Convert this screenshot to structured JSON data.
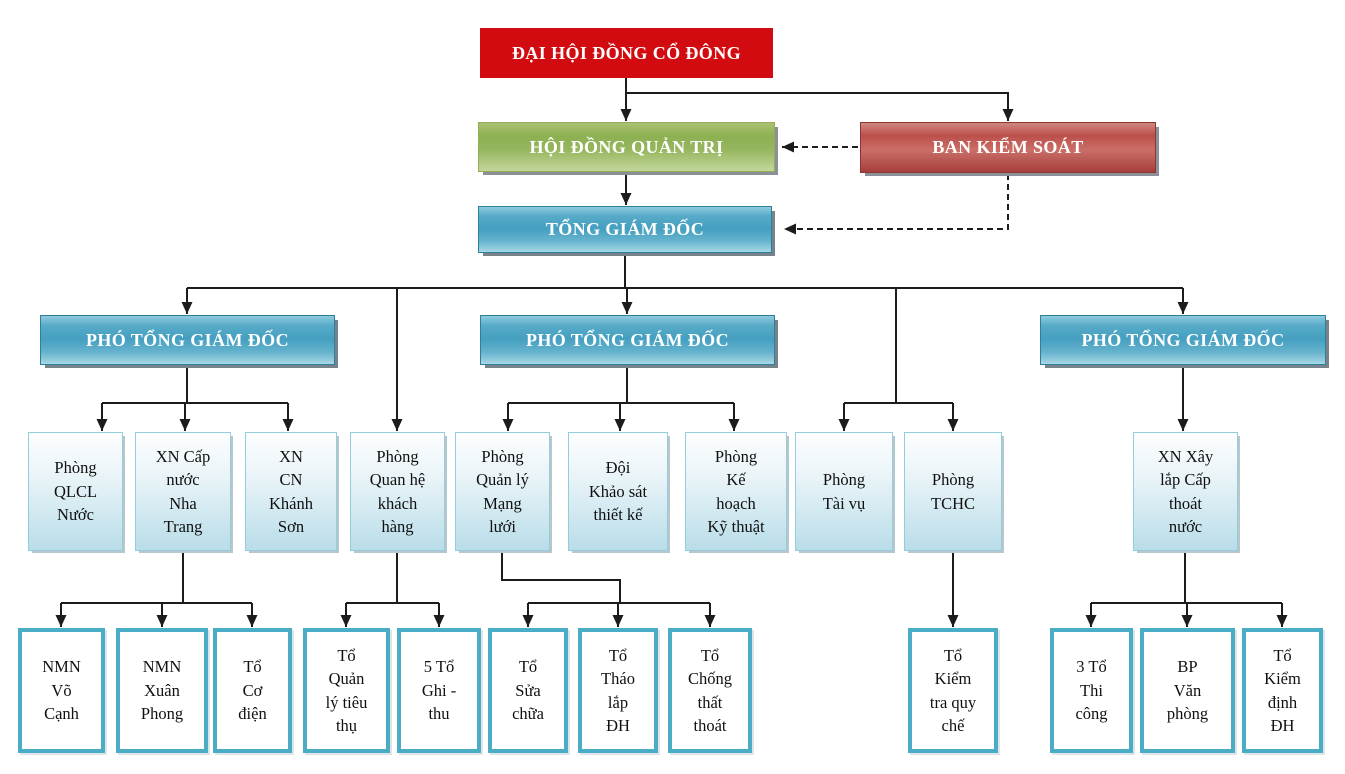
{
  "palette": {
    "shareholders_red": "#d20b10",
    "board_green": "#8db052",
    "supervisory_red": "#bb4f4a",
    "director_blue": "#459fc0",
    "dept_fill": "#b9dde9",
    "dept_border": "#93cddc",
    "team_border": "#4bacc6",
    "connector_black": "#1c1c1c",
    "header_text": "#ffffff",
    "body_text": "#101010"
  },
  "nodes": {
    "shareholders": "ĐẠI HỘI ĐỒNG CỔ ĐÔNG",
    "board": "HỘI ĐỒNG QUẢN TRỊ",
    "supervisory": "BAN KIỂM SOÁT",
    "general_director": "TỔNG GIÁM ĐỐC",
    "deputy_left": "PHÓ TỔNG GIÁM ĐỐC",
    "deputy_mid": "PHÓ TỔNG GIÁM ĐỐC",
    "deputy_right": "PHÓ TỔNG GIÁM ĐỐC",
    "dept_qlcl": "Phòng\nQLCL\nNước",
    "dept_capnuoc": "XN Cấp\nnước\nNha\nTrang",
    "dept_cnks": "XN\nCN\nKhánh\nSơn",
    "dept_quanhe": "Phòng\nQuan hệ\nkhách\nhàng",
    "dept_mangluoi": "Phòng\nQuản lý\nMạng\nlưới",
    "dept_khaosat": "Đội\nKhảo sát\nthiết kế",
    "dept_kehoach": "Phòng\nKế\nhoạch\nKỹ thuật",
    "dept_taivu": "Phòng\nTài vụ",
    "dept_tchc": "Phòng\nTCHC",
    "dept_xaylap": "XN Xây\nlắp Cấp\nthoát\nnước",
    "team_vocanh": "NMN\nVõ\nCạnh",
    "team_xuanphong": "NMN\nXuân\nPhong",
    "team_codien": "Tổ\nCơ\nđiện",
    "team_quanly": "Tổ\nQuản\nlý tiêu\nthụ",
    "team_ghithu": "5 Tổ\nGhi -\nthu",
    "team_suachua": "Tổ\nSửa\nchữa",
    "team_thaolap": "Tổ\nTháo\nlắp\nĐH",
    "team_chongthat": "Tổ\nChống\nthất\nthoát",
    "team_kiemtra": "Tổ\nKiểm\ntra quy\nchế",
    "team_thicong": "3 Tổ\nThi\ncông",
    "team_vanphong": "BP\nVăn\nphòng",
    "team_kiemdinh": "Tổ\nKiểm\nđịnh\nĐH"
  },
  "structure": {
    "solid_edges": [
      [
        "shareholders",
        "board"
      ],
      [
        "shareholders",
        "supervisory"
      ],
      [
        "board",
        "general_director"
      ],
      [
        "general_director",
        "deputy_left"
      ],
      [
        "general_director",
        "dept_quanhe"
      ],
      [
        "general_director",
        "deputy_mid"
      ],
      [
        "general_director",
        "dept_taivu"
      ],
      [
        "general_director",
        "dept_tchc"
      ],
      [
        "general_director",
        "deputy_right"
      ],
      [
        "deputy_left",
        "dept_qlcl"
      ],
      [
        "deputy_left",
        "dept_capnuoc"
      ],
      [
        "deputy_left",
        "dept_cnks"
      ],
      [
        "deputy_mid",
        "dept_mangluoi"
      ],
      [
        "deputy_mid",
        "dept_khaosat"
      ],
      [
        "deputy_mid",
        "dept_kehoach"
      ],
      [
        "deputy_right",
        "dept_xaylap"
      ],
      [
        "dept_capnuoc",
        "team_vocanh"
      ],
      [
        "dept_capnuoc",
        "team_xuanphong"
      ],
      [
        "dept_capnuoc",
        "team_codien"
      ],
      [
        "dept_quanhe",
        "team_quanly"
      ],
      [
        "dept_quanhe",
        "team_ghithu"
      ],
      [
        "dept_mangluoi",
        "team_suachua"
      ],
      [
        "dept_mangluoi",
        "team_thaolap"
      ],
      [
        "dept_mangluoi",
        "team_chongthat"
      ],
      [
        "dept_tchc",
        "team_kiemtra"
      ],
      [
        "dept_xaylap",
        "team_thicong"
      ],
      [
        "dept_xaylap",
        "team_vanphong"
      ],
      [
        "dept_xaylap",
        "team_kiemdinh"
      ]
    ],
    "dashed_edges": [
      [
        "supervisory",
        "board"
      ],
      [
        "supervisory",
        "general_director"
      ]
    ]
  }
}
